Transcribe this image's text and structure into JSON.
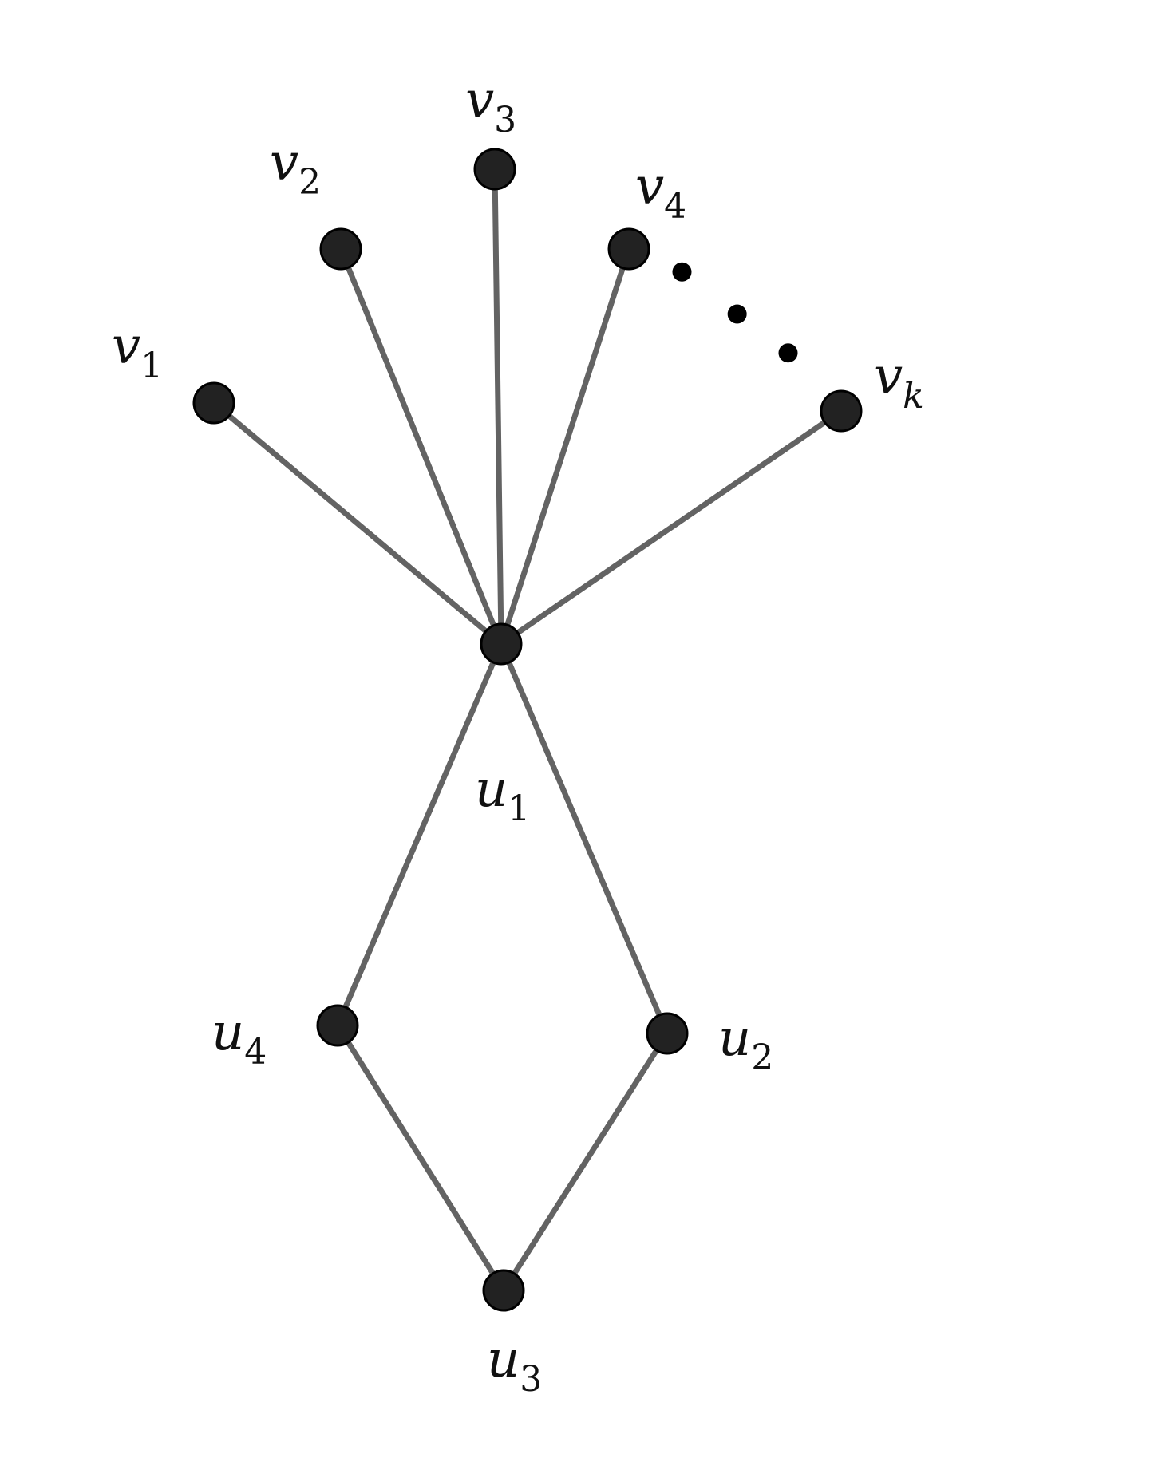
{
  "graph": {
    "nodes": [
      {
        "id": "v1",
        "name": "v",
        "sub": "1"
      },
      {
        "id": "v2",
        "name": "v",
        "sub": "2"
      },
      {
        "id": "v3",
        "name": "v",
        "sub": "3"
      },
      {
        "id": "v4",
        "name": "v",
        "sub": "4"
      },
      {
        "id": "vk",
        "name": "v",
        "sub": "k"
      },
      {
        "id": "u1",
        "name": "u",
        "sub": "1"
      },
      {
        "id": "u2",
        "name": "u",
        "sub": "2"
      },
      {
        "id": "u3",
        "name": "u",
        "sub": "3"
      },
      {
        "id": "u4",
        "name": "u",
        "sub": "4"
      }
    ],
    "edges": [
      [
        "u1",
        "v1"
      ],
      [
        "u1",
        "v2"
      ],
      [
        "u1",
        "v3"
      ],
      [
        "u1",
        "v4"
      ],
      [
        "u1",
        "vk"
      ],
      [
        "u1",
        "u2"
      ],
      [
        "u1",
        "u4"
      ],
      [
        "u2",
        "u3"
      ],
      [
        "u4",
        "u3"
      ]
    ],
    "ellipsis_between": [
      "v4",
      "vk"
    ]
  }
}
